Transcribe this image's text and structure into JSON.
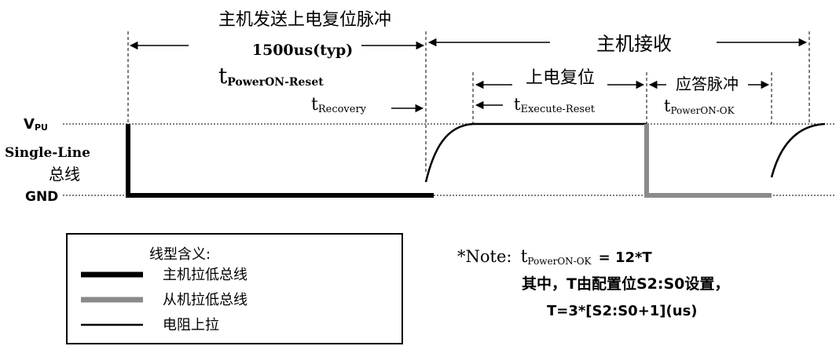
{
  "labels": {
    "host_send": "主机发送上电复位脉冲",
    "duration": "1500us(typ)",
    "t_reset_t": "t",
    "t_reset_sub": "PowerON-Reset",
    "t_recovery_t": "t",
    "t_recovery_sub": "Recovery",
    "host_receive": "主机接收",
    "power_reset": "上电复位",
    "t_exec_t": "t",
    "t_exec_sub": "Execute-Reset",
    "response_pulse": "应答脉冲",
    "t_ok_t": "t",
    "t_ok_sub": "PowerON-OK"
  },
  "levels": {
    "vpu_v": "V",
    "vpu_sub": "PU",
    "single_line": "Single-Line",
    "bus": "总线",
    "gnd": "GND"
  },
  "legend": {
    "title": "线型含义:",
    "items": [
      {
        "label": "主机拉低总线",
        "color": "#000000"
      },
      {
        "label": "从机拉低总线",
        "color": "#8a8a8a"
      },
      {
        "label": "电阻上拉",
        "color": "#000000"
      }
    ]
  },
  "note": {
    "prefix": "*Note:",
    "t": "t",
    "sub": "PowerON-OK",
    "eq": "= 12*T",
    "line2": "其中，T由配置位S2:S0设置，",
    "line3": "T=3*[S2:S0+1](us)"
  }
}
